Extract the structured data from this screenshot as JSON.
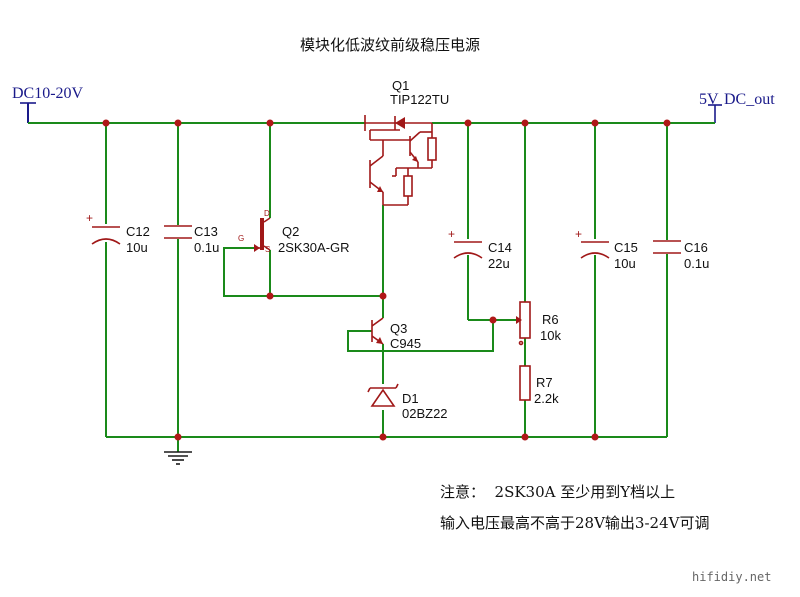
{
  "title": "模块化低波纹前级稳压电源",
  "nets": {
    "input": "DC10-20V",
    "output_v": "5V",
    "output_name": "DC_out"
  },
  "components": {
    "q1": {
      "ref": "Q1",
      "value": "TIP122TU"
    },
    "q2": {
      "ref": "Q2",
      "value": "2SK30A-GR",
      "pin_d": "D",
      "pin_g": "G",
      "pin_s": "S"
    },
    "q3": {
      "ref": "Q3",
      "value": "C945"
    },
    "d1": {
      "ref": "D1",
      "value": "02BZ22"
    },
    "c12": {
      "ref": "C12",
      "value": "10u"
    },
    "c13": {
      "ref": "C13",
      "value": "0.1u"
    },
    "c14": {
      "ref": "C14",
      "value": "22u"
    },
    "c15": {
      "ref": "C15",
      "value": "10u"
    },
    "c16": {
      "ref": "C16",
      "value": "0.1u"
    },
    "r6": {
      "ref": "R6",
      "value": "10k"
    },
    "r7": {
      "ref": "R7",
      "value": "2.2k"
    }
  },
  "notes": {
    "line1": "注意：  2SK30A 至少用到Y档以上",
    "line2": "输入电压最高不高于28V输出3-24V可调"
  },
  "watermark": "hifidiy.net",
  "colors": {
    "wire": "#1a8a1a",
    "component": "#a01818",
    "net_label": "#1a1a8a"
  }
}
